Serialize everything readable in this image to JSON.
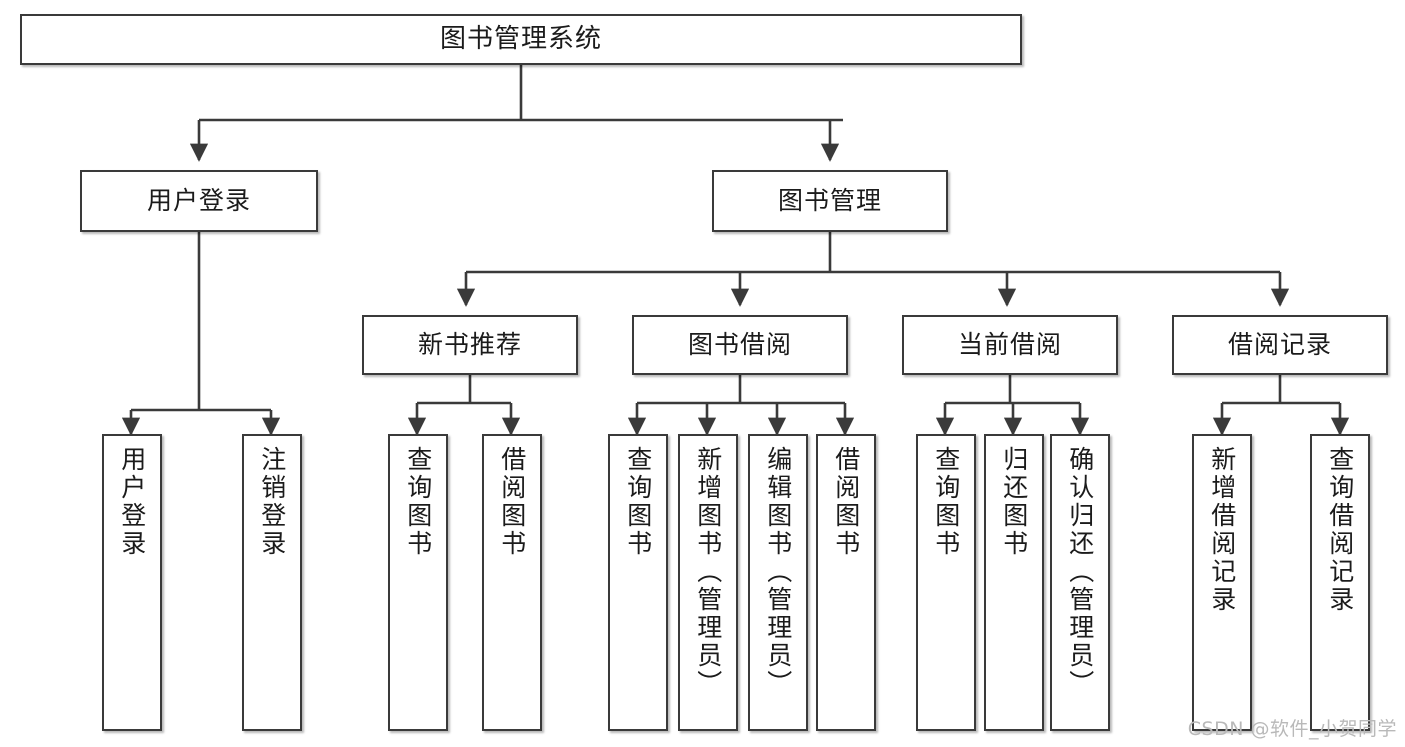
{
  "diagram": {
    "title": "图书管理系统",
    "type": "tree-hierarchy-chart",
    "watermark": "CSDN @软件_小贺同学",
    "colors": {
      "box_border": "#3a3a3a",
      "box_fill": "#ffffff",
      "connector": "#3a3a3a",
      "text": "#1b1b1b",
      "watermark": "#b9b9b9",
      "background": "#ffffff"
    },
    "nodes": {
      "root": {
        "label": "图书管理系统"
      },
      "level2": [
        {
          "id": "user-login",
          "label": "用户登录"
        },
        {
          "id": "book-manage",
          "label": "图书管理"
        }
      ],
      "level3": [
        {
          "id": "new-book-recommend",
          "label": "新书推荐"
        },
        {
          "id": "book-borrow",
          "label": "图书借阅"
        },
        {
          "id": "current-borrow",
          "label": "当前借阅"
        },
        {
          "id": "borrow-record",
          "label": "借阅记录"
        }
      ],
      "leaves": {
        "user-login": [
          {
            "id": "leaf-user-login",
            "label": "用户登录"
          },
          {
            "id": "leaf-logout",
            "label": "注销登录"
          }
        ],
        "new-book-recommend": [
          {
            "id": "leaf-query-book-1",
            "label": "查询图书"
          },
          {
            "id": "leaf-borrow-book-1",
            "label": "借阅图书"
          }
        ],
        "book-borrow": [
          {
            "id": "leaf-query-book-2",
            "label": "查询图书"
          },
          {
            "id": "leaf-add-book",
            "label": "新增图书（管理员）"
          },
          {
            "id": "leaf-edit-book",
            "label": "编辑图书（管理员）"
          },
          {
            "id": "leaf-borrow-book-2",
            "label": "借阅图书"
          }
        ],
        "current-borrow": [
          {
            "id": "leaf-query-book-3",
            "label": "查询图书"
          },
          {
            "id": "leaf-return-book",
            "label": "归还图书"
          },
          {
            "id": "leaf-confirm-return",
            "label": "确认归还（管理员）"
          }
        ],
        "borrow-record": [
          {
            "id": "leaf-add-record",
            "label": "新增借阅记录"
          },
          {
            "id": "leaf-query-record",
            "label": "查询借阅记录"
          }
        ]
      }
    }
  }
}
